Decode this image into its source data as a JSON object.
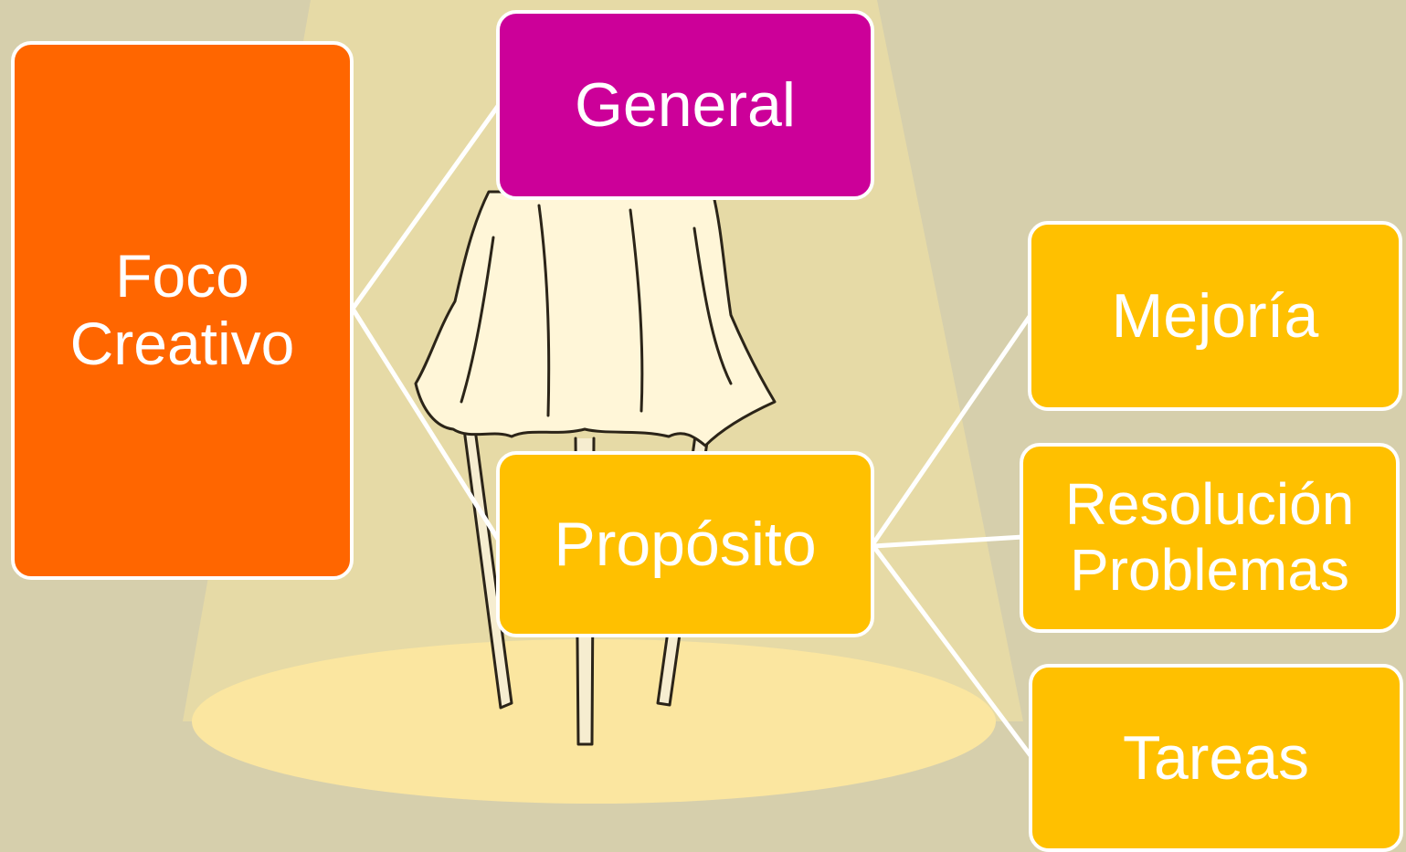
{
  "colors": {
    "background": "#d6cfac",
    "spotlight": "#e6daa6",
    "floor_glow": "#fbe6a0",
    "root": "#ff6600",
    "general": "#cc0099",
    "branch": "#ffc000",
    "connector": "#ffffff",
    "text": "#ffffff"
  },
  "illustration": {
    "name": "covered-chair-under-spotlight"
  },
  "nodes": {
    "root": {
      "label": "Foco\nCreativo"
    },
    "general": {
      "label": "General"
    },
    "proposito": {
      "label": "Propósito"
    },
    "mejoria": {
      "label": "Mejoría"
    },
    "resolucion": {
      "label": "Resolución\nProblemas"
    },
    "tareas": {
      "label": "Tareas"
    }
  },
  "edges": [
    {
      "from": "root",
      "to": "general"
    },
    {
      "from": "root",
      "to": "proposito"
    },
    {
      "from": "proposito",
      "to": "mejoria"
    },
    {
      "from": "proposito",
      "to": "resolucion"
    },
    {
      "from": "proposito",
      "to": "tareas"
    }
  ]
}
